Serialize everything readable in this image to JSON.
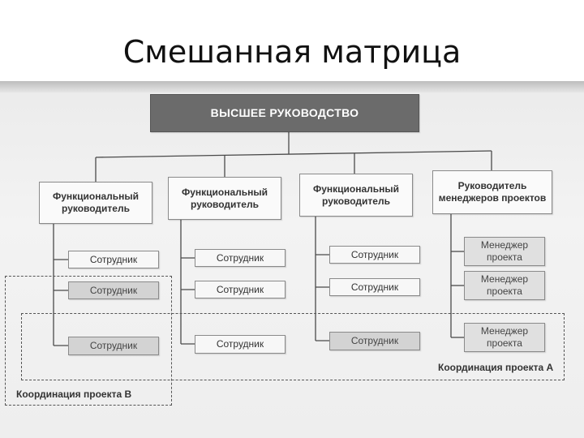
{
  "slide": {
    "title": "Смешанная матрица"
  },
  "org": {
    "top": "ВЫСШЕЕ РУКОВОДСТВО",
    "heads": [
      "Функциональный руководитель",
      "Функциональный руководитель",
      "Функциональный руководитель",
      "Руководитель менеджеров проектов"
    ],
    "employee": "Сотрудник",
    "manager": "Менеджер проекта",
    "coord_a": "Координация проекта А",
    "coord_b": "Координация проекта В"
  }
}
